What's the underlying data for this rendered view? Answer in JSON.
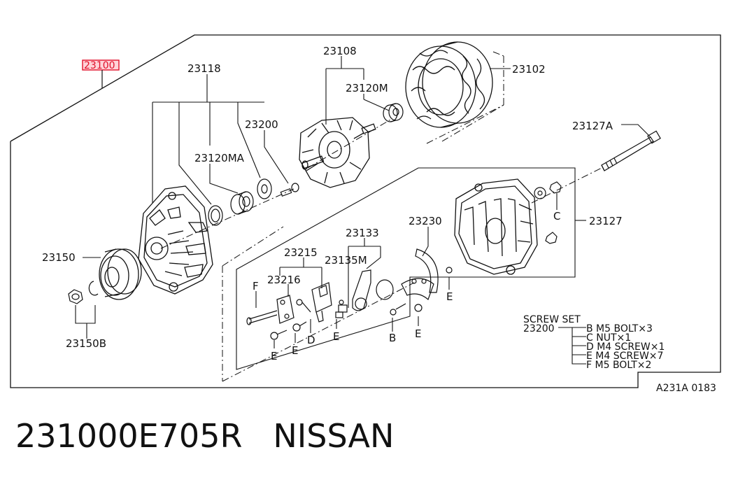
{
  "diagram": {
    "main_part_number": "23100",
    "highlight_color": "#e0102a",
    "parts": {
      "p23118": "23118",
      "p23108": "23108",
      "p23102": "23102",
      "p23120M": "23120M",
      "p23200": "23200",
      "p23120MA": "23120MA",
      "p23127A": "23127A",
      "p23127": "23127",
      "p23150": "23150",
      "p23150B": "23150B",
      "p23133": "23133",
      "p23230": "23230",
      "p23215": "23215",
      "p23135M": "23135M",
      "p23216": "23216"
    },
    "screw_letters": {
      "B": "B",
      "C": "C",
      "D": "D",
      "E": "E",
      "F": "F"
    },
    "screw_set": {
      "title": "SCREW SET",
      "part": "23200",
      "items": [
        "B M5 BOLT×3",
        "C NUT×1",
        "D M4 SCREW×1",
        "E M4 SCREW×7",
        "F M5 BOLT×2"
      ]
    },
    "figure_code": "A231A 0183"
  },
  "caption": {
    "part_number": "231000E705R",
    "brand": "NISSAN"
  }
}
